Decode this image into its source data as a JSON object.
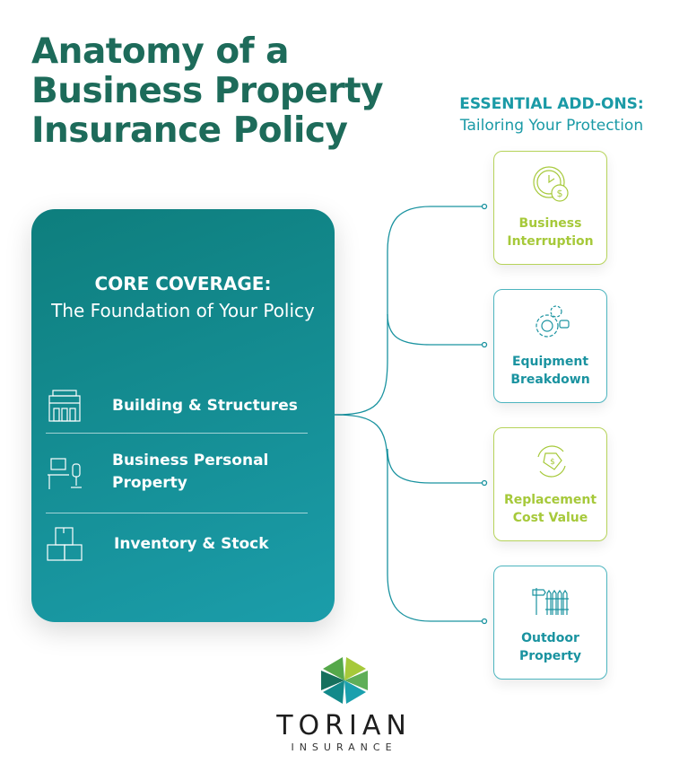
{
  "title": "Anatomy of a Business Property Insurance Policy",
  "addons": {
    "heading": "ESSENTIAL ADD-ONS:",
    "subheading": "Tailoring Your Protection",
    "items": [
      {
        "label": "Business Interruption",
        "icon": "clock-dollar-icon",
        "color": "#a6c93a"
      },
      {
        "label": "Equipment Breakdown",
        "icon": "gears-icon",
        "color": "#1a93a0"
      },
      {
        "label": "Replacement Cost Value",
        "icon": "price-tag-cycle-icon",
        "color": "#a6c93a"
      },
      {
        "label": "Outdoor Property",
        "icon": "signpost-fence-icon",
        "color": "#1a93a0"
      }
    ]
  },
  "core": {
    "heading": "CORE COVERAGE:",
    "subheading": "The Foundation of Your Policy",
    "items": [
      {
        "label": "Building & Structures",
        "icon": "building-icon"
      },
      {
        "label": "Business Personal Property",
        "icon": "desk-chair-icon"
      },
      {
        "label": "Inventory & Stock",
        "icon": "boxes-icon"
      }
    ]
  },
  "logo": {
    "name": "TORIAN",
    "sub": "INSURANCE"
  }
}
